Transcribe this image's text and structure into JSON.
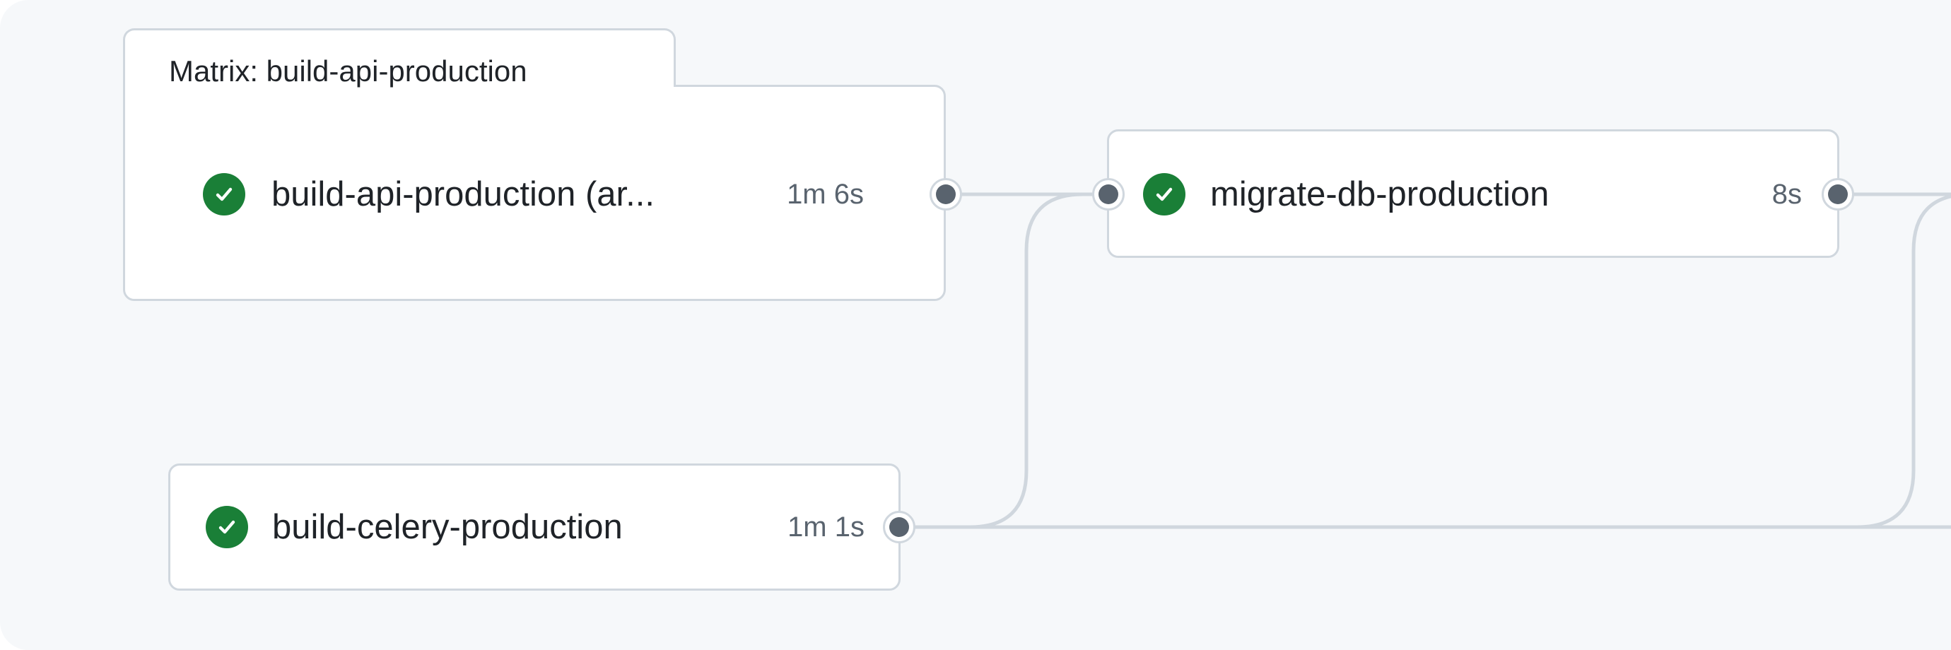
{
  "matrix": {
    "label": "Matrix: build-api-production",
    "job": {
      "name": "build-api-production (ar...",
      "duration": "1m 6s",
      "status": "success"
    }
  },
  "jobs": [
    {
      "name": "migrate-db-production",
      "duration": "8s",
      "status": "success"
    },
    {
      "name": "build-celery-production",
      "duration": "1m 1s",
      "status": "success"
    }
  ],
  "colors": {
    "success": "#1a7f37",
    "edge": "#d0d7de",
    "background": "#f6f8fa",
    "muted": "#59636e"
  }
}
